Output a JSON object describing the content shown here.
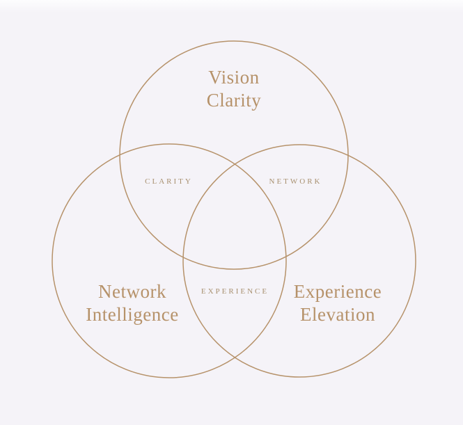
{
  "colors": {
    "background": "#f5f3f8",
    "circle_stroke": "#b6926a",
    "label_text": "#b6926a",
    "intersection_text": "#a8906f"
  },
  "diagram": {
    "type": "venn-3-circle",
    "sets": [
      {
        "name": "vision-clarity",
        "lines": [
          "Vision",
          "Clarity"
        ]
      },
      {
        "name": "network-intelligence",
        "lines": [
          "Network",
          "Intelligence"
        ]
      },
      {
        "name": "experience-elevation",
        "lines": [
          "Experience",
          "Elevation"
        ]
      }
    ],
    "intersections": [
      {
        "name": "top-left-overlap",
        "label": "CLARITY"
      },
      {
        "name": "top-right-overlap",
        "label": "NETWORK"
      },
      {
        "name": "bottom-overlap",
        "label": "EXPERIENCE"
      }
    ]
  }
}
